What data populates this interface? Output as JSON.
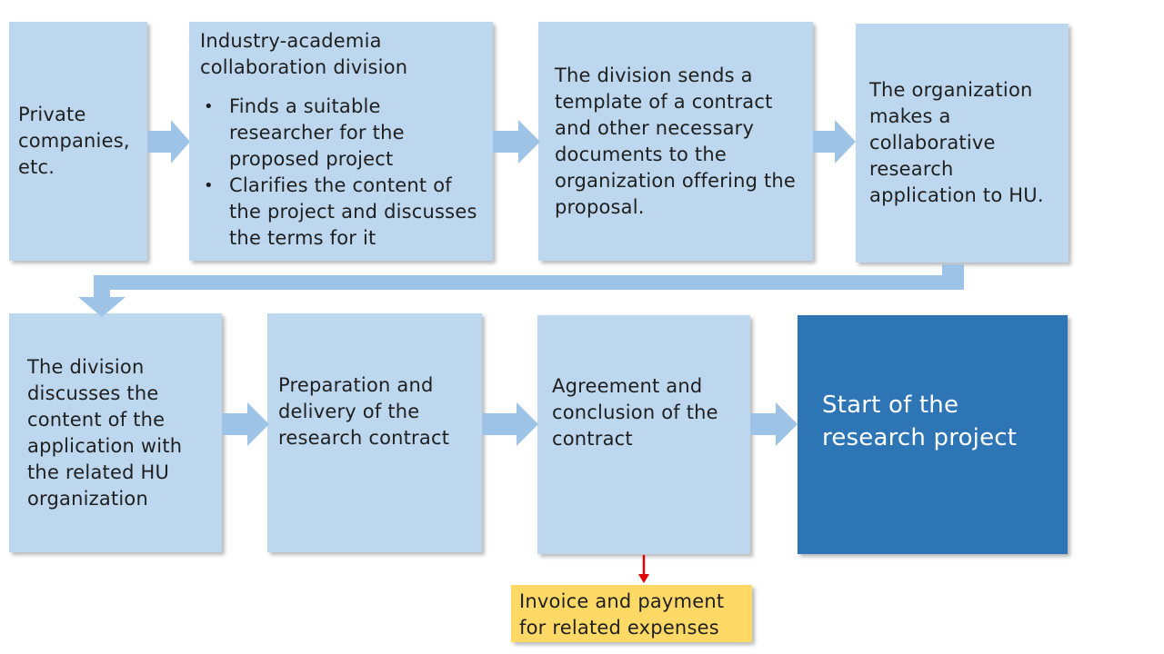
{
  "steps": {
    "private_companies": "Private companies, etc.",
    "division_title": "Industry-academia collaboration division",
    "division_bullets": [
      "Finds a suitable researcher for the proposed project",
      "Clarifies the content of the project and discusses the terms for it"
    ],
    "division_sends": "The division sends a template of a contract and other necessary documents to the organization offering the proposal.",
    "organization_applies": "The organization makes a collaborative research application to HU.",
    "division_discusses": "The division discusses the content of the application with the related HU organization",
    "preparation": "Preparation and delivery of the research contract",
    "agreement": "Agreement and conclusion of the contract",
    "start": "Start of the research project",
    "invoice": "Invoice and payment for related expenses"
  },
  "colors": {
    "box": "#bdd7ee",
    "arrow": "#9dc3e6",
    "dark_box": "#2e75b6",
    "invoice_box": "#ffd966",
    "red_arrow": "#e00000"
  }
}
